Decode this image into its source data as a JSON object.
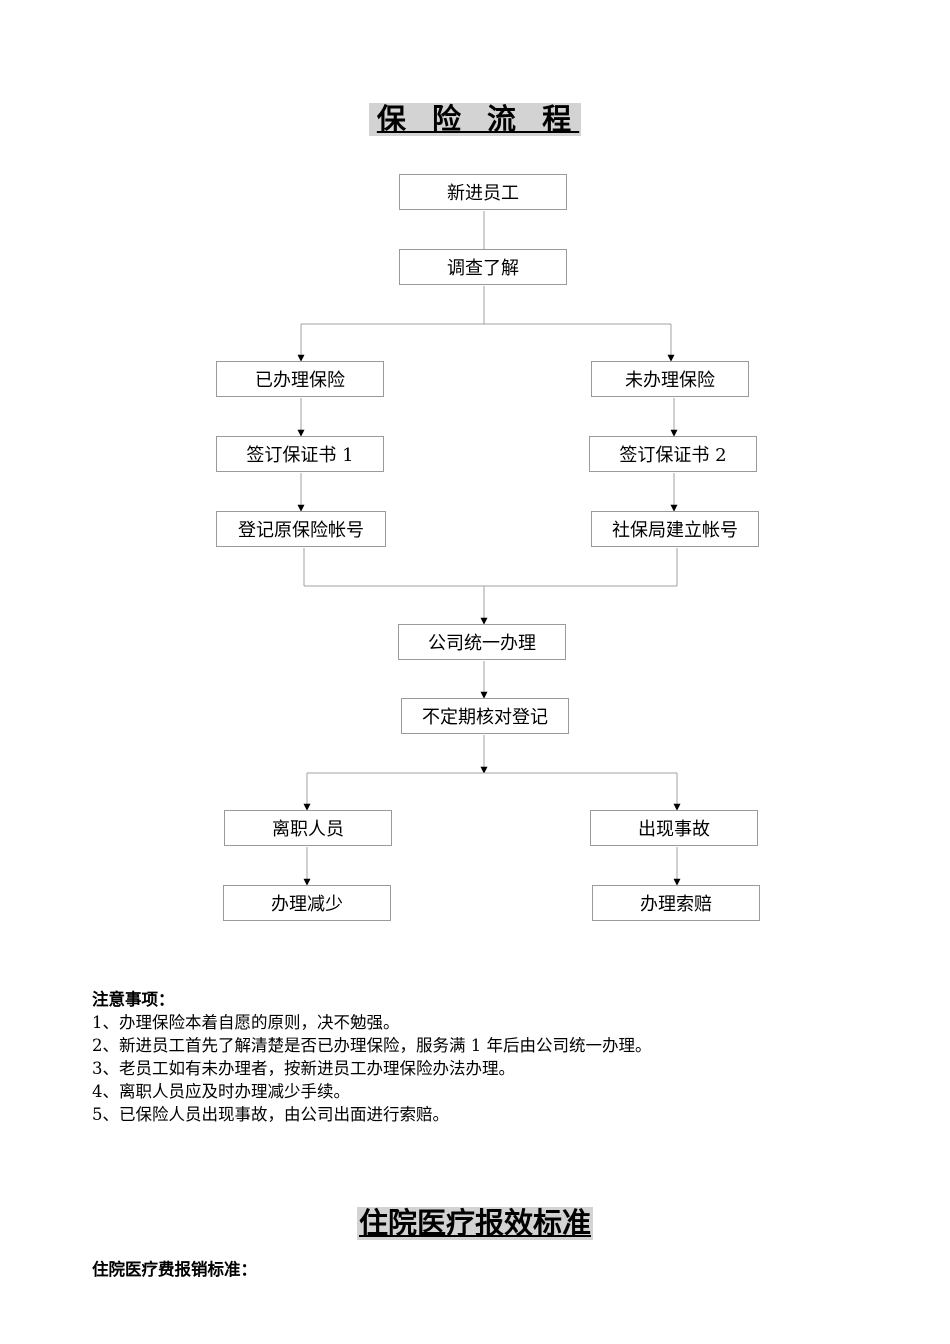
{
  "page": {
    "title": "保 险 流 程",
    "title2": "住院医疗报效标准",
    "subheading": "住院医疗费报销标准："
  },
  "flow": {
    "new_employee": "新进员工",
    "investigate": "调查了解",
    "insured": "已办理保险",
    "uninsured": "未办理保险",
    "sign_cert_1": "签订保证书 1",
    "sign_cert_2": "签订保证书 2",
    "register_original": "登记原保险帐号",
    "social_account": "社保局建立帐号",
    "company_unified": "公司统一办理",
    "irregular_check": "不定期核对登记",
    "resigned": "离职人员",
    "accident": "出现事故",
    "reduce": "办理减少",
    "claim": "办理索赔"
  },
  "notes": {
    "heading": "注意事项：",
    "items": [
      "1、办理保险本着自愿的原则，决不勉强。",
      "2、新进员工首先了解清楚是否已办理保险，服务满 1 年后由公司统一办理。",
      "3、老员工如有未办理者，按新进员工办理保险办法办理。",
      "4、离职人员应及时办理减少手续。",
      "5、已保险人员出现事故，由公司出面进行索赔。"
    ]
  },
  "colors": {
    "box_border": "#9a9a9a",
    "title_bg": "#d3d3d3",
    "line": "#a0a0a0"
  }
}
